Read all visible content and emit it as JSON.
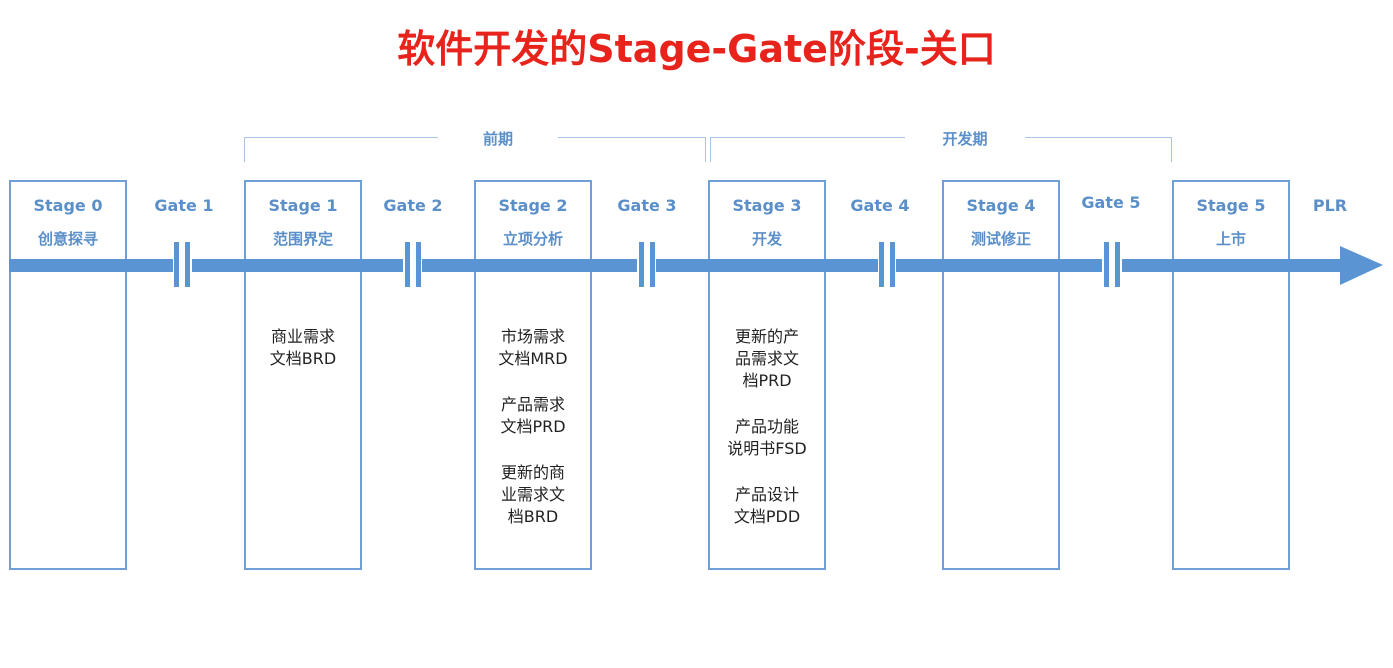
{
  "title": "软件开发的Stage-Gate阶段-关口",
  "phases": [
    {
      "label": "前期"
    },
    {
      "label": "开发期"
    }
  ],
  "stages": [
    {
      "name": "Stage 0",
      "sub": "创意探寻",
      "docs": []
    },
    {
      "name": "Stage 1",
      "sub": "范围界定",
      "docs": [
        "商业需求\n文档BRD"
      ]
    },
    {
      "name": "Stage 2",
      "sub": "立项分析",
      "docs": [
        "市场需求\n文档MRD",
        "产品需求\n文档PRD",
        "更新的商\n业需求文\n档BRD"
      ]
    },
    {
      "name": "Stage 3",
      "sub": "开发",
      "docs": [
        "更新的产\n品需求文\n档PRD",
        "产品功能\n说明书FSD",
        "产品设计\n文档PDD"
      ]
    },
    {
      "name": "Stage 4",
      "sub": "测试修正",
      "docs": []
    },
    {
      "name": "Stage 5",
      "sub": "上市",
      "docs": []
    }
  ],
  "gates": [
    {
      "name": "Gate 1"
    },
    {
      "name": "Gate 2"
    },
    {
      "name": "Gate 3"
    },
    {
      "name": "Gate 4"
    },
    {
      "name": "Gate 5"
    }
  ],
  "end_label": "PLR",
  "colors": {
    "title": "#e8231c",
    "accent": "#5b8fc9",
    "line": "#5b94d3",
    "box_border": "#6f9fd6",
    "bracket": "#a9c4e4"
  }
}
